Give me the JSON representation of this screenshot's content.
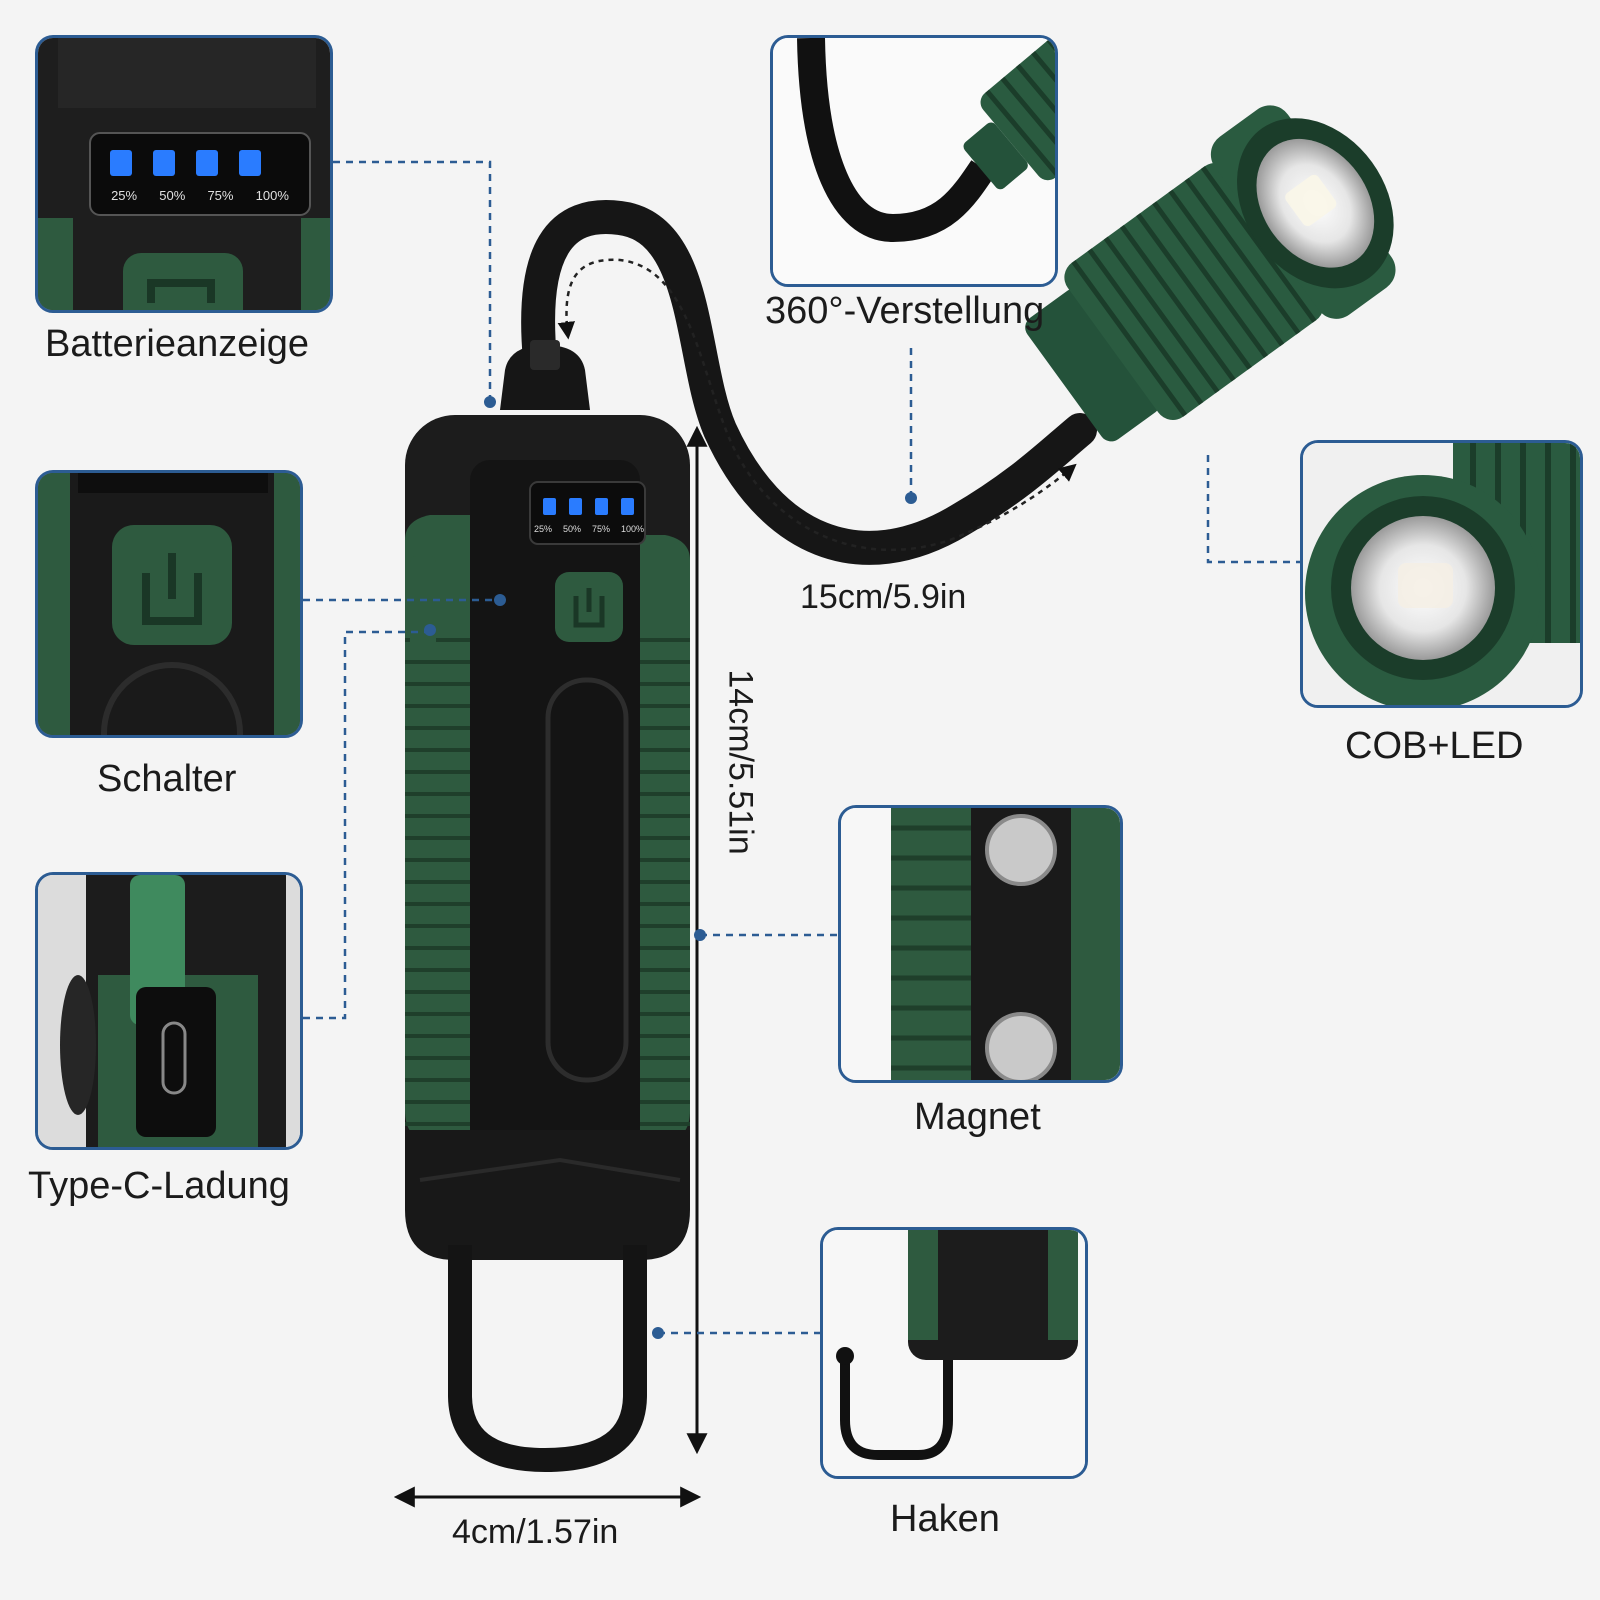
{
  "labels": {
    "battery": "Batterieanzeige",
    "switch": "Schalter",
    "typec": "Type-C-Ladung",
    "rotation": "360°-Verstellung",
    "cob": "COB+LED",
    "magnet": "Magnet",
    "hook": "Haken"
  },
  "dimensions": {
    "hose": "15cm/5.9in",
    "height": "14cm/5.51in",
    "width": "4cm/1.57in"
  },
  "battery_levels": [
    "25%",
    "50%",
    "75%",
    "100%"
  ],
  "colors": {
    "body_green": "#2e5a3f",
    "body_black": "#1c1c1c",
    "led_blue": "#2a7cff",
    "callout_line": "#2c5c93",
    "panel_border": "#2c5c93"
  }
}
